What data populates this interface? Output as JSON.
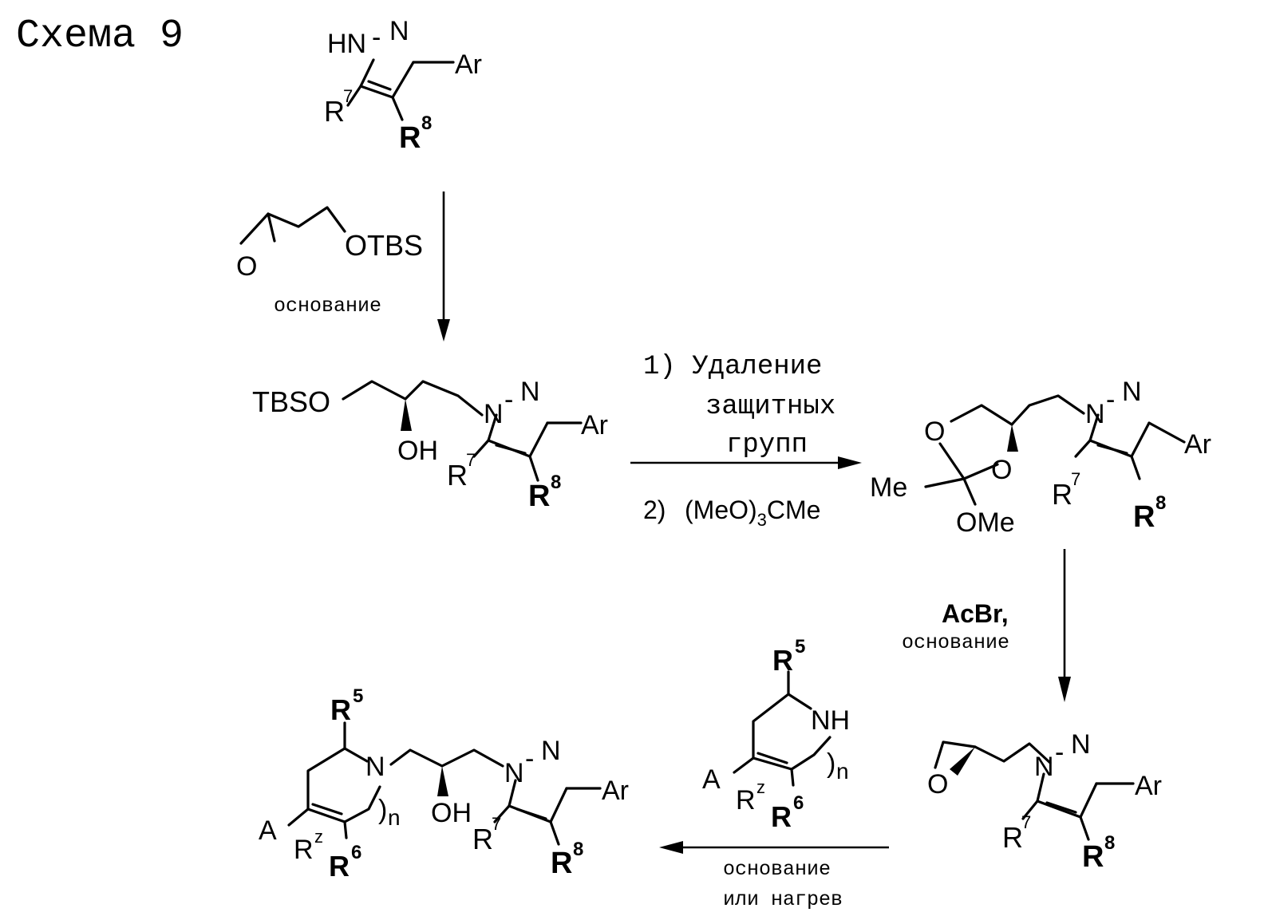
{
  "scheme_title": "Схема 9",
  "step1": {
    "reagent_label": "OTBS",
    "condition": "основание"
  },
  "step2": {
    "condition_line1": "1)  Удаление",
    "condition_line2": "защитных",
    "condition_line3": "групп",
    "condition_num": "2)",
    "condition_reagent": "(MeO)",
    "condition_reagent_sub": "3",
    "condition_reagent_tail": "CMe"
  },
  "step3": {
    "reagent": "AcBr,",
    "condition": "основание"
  },
  "step4": {
    "condition_line1": "основание",
    "condition_line2": "или нагрев"
  },
  "atoms": {
    "HN": "HN",
    "N": "N",
    "Ar": "Ar",
    "R": "R",
    "sup7": "7",
    "sup8": "8",
    "sup5": "5",
    "sup6": "6",
    "supz": "z",
    "TBSO": "TBSO",
    "OH": "OH",
    "O": "O",
    "Me": "Me",
    "OMe": "OMe",
    "NH": "NH",
    "A": "A",
    "n": "n"
  }
}
